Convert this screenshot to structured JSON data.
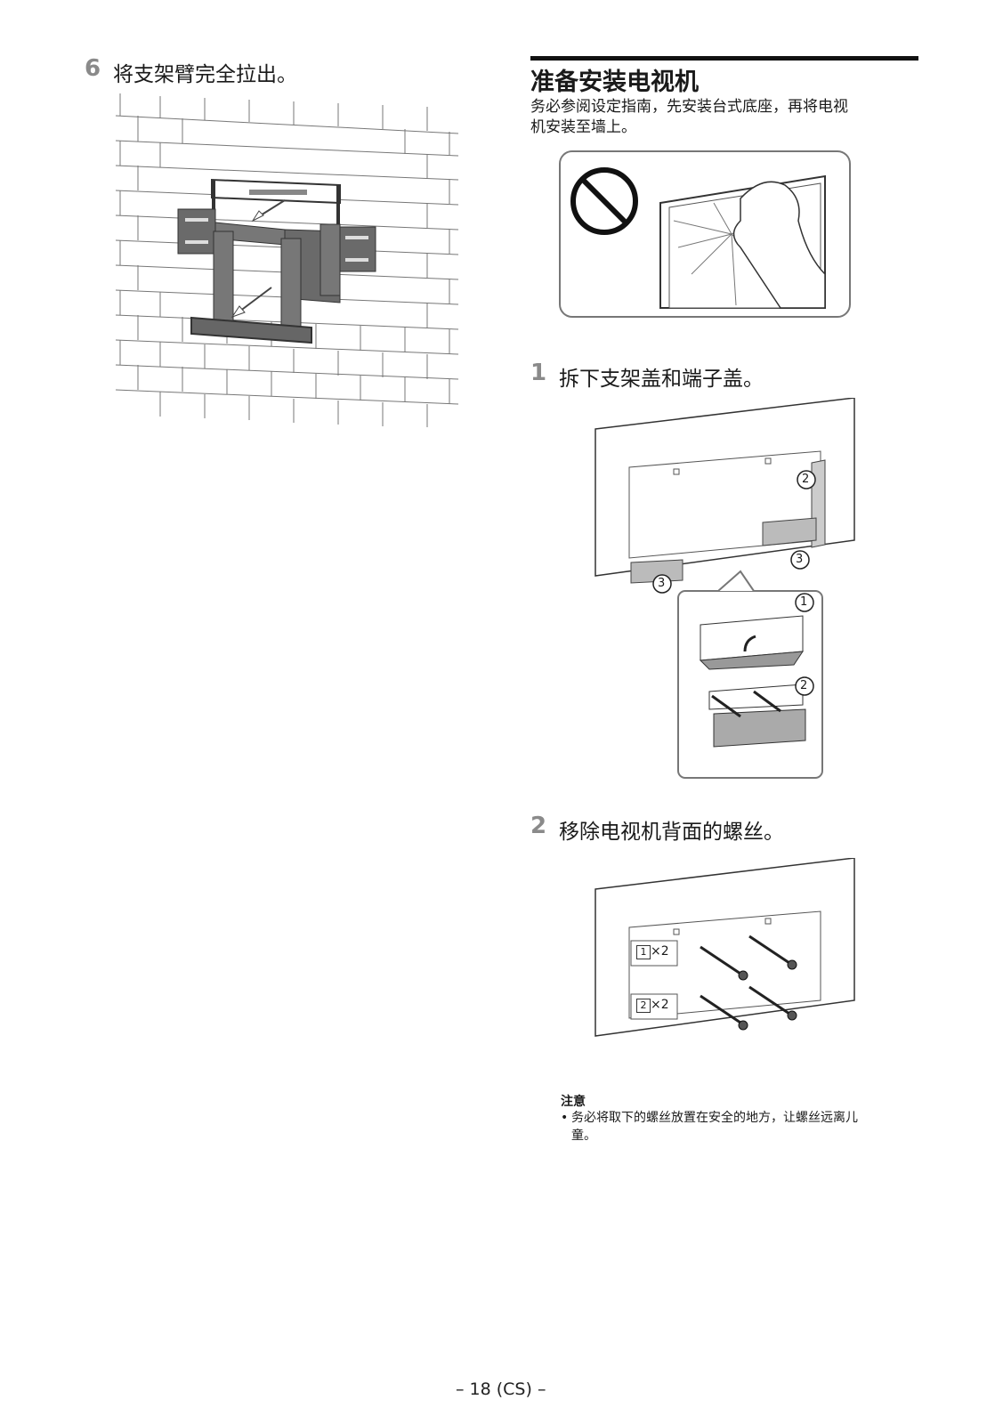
{
  "left_step": {
    "number": "6",
    "text": "将支架臂完全拉出。"
  },
  "section": {
    "title": "准备安装电视机",
    "intro_line1": "务必参阅设定指南，先安装台式底座，再将电视",
    "intro_line2": "机安装至墙上。"
  },
  "step1": {
    "number": "1",
    "text": "拆下支架盖和端子盖。"
  },
  "step1_figure_callouts": [
    "2",
    "3",
    "3",
    "1",
    "2"
  ],
  "step2": {
    "number": "2",
    "text": "移除电视机背面的螺丝。"
  },
  "step2_figure_labels": {
    "screw1": "1",
    "screw1_count": "×2",
    "screw2": "2",
    "screw2_count": "×2"
  },
  "note": {
    "title": "注意",
    "bullet": "•",
    "line1": "务必将取下的螺丝放置在安全的地方，让螺丝远离儿",
    "line2": "童。"
  },
  "page_number": "– 18 (CS) –"
}
